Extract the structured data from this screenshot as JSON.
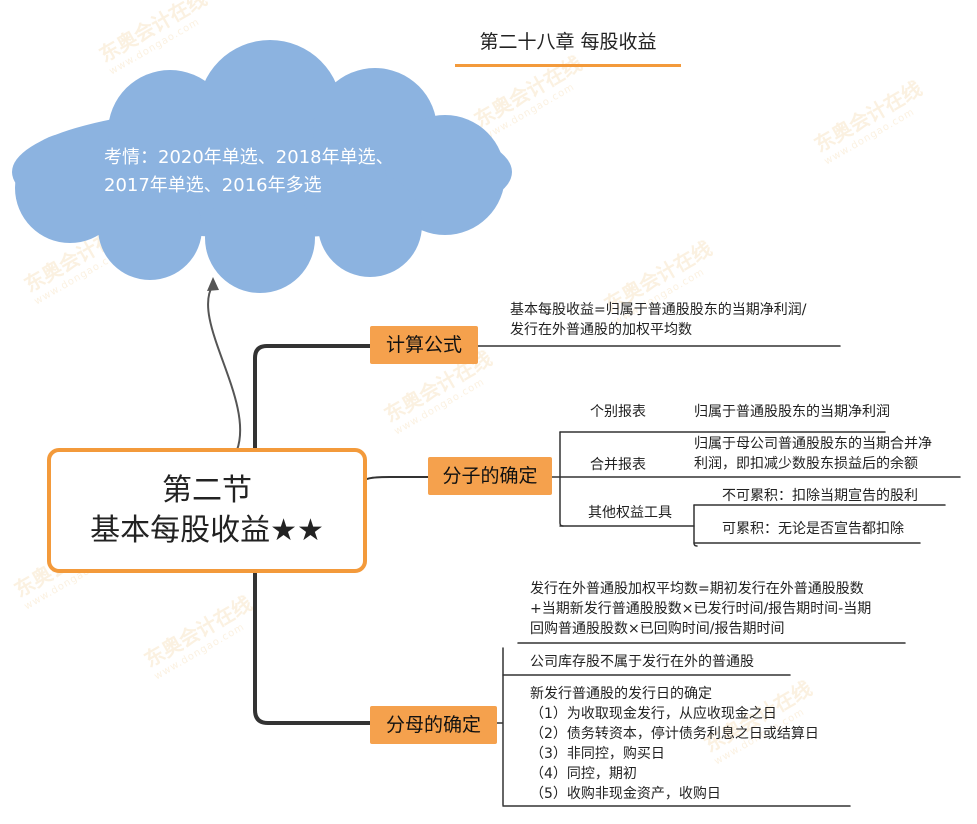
{
  "title": "第二十八章 每股收益",
  "cloud": {
    "lines": [
      "考情：2020年单选、2018年单选、",
      "2017年单选、2016年多选"
    ]
  },
  "central": {
    "line1": "第二节",
    "line2": "基本每股收益★★"
  },
  "watermark": {
    "brand": "东奥会计在线",
    "url": "www.dongao.com"
  },
  "branches": {
    "formula": {
      "label": "计算公式",
      "text": [
        "基本每股收益=归属于普通股股东的当期净利润/",
        "发行在外普通股的加权平均数"
      ]
    },
    "numerator": {
      "label": "分子的确定",
      "items": [
        {
          "label": "个别报表",
          "text": [
            "归属于普通股股东的当期净利润"
          ]
        },
        {
          "label": "合并报表",
          "text": [
            "归属于母公司普通股股东的当期合并净",
            "利润，即扣减少数股东损益后的余额"
          ]
        },
        {
          "label": "其他权益工具",
          "sub": [
            "不可累积：扣除当期宣告的股利",
            "可累积：无论是否宣告都扣除"
          ]
        }
      ]
    },
    "denominator": {
      "label": "分母的确定",
      "items": [
        [
          "发行在外普通股加权平均数=期初发行在外普通股股数",
          "+当期新发行普通股股数×已发行时间/报告期时间-当期",
          "回购普通股股数×已回购时间/报告期时间"
        ],
        [
          "公司库存股不属于发行在外的普通股"
        ],
        [
          "新发行普通股的发行日的确定",
          "（1）为收取现金发行，从应收现金之日",
          "（2）债务转资本，停计债务利息之日或结算日",
          "（3）非同控，购买日",
          "（4）同控，期初",
          "（5）收购非现金资产，收购日"
        ]
      ]
    }
  },
  "colors": {
    "orange": "#f39a3b",
    "branch_fill": "#f5a14d",
    "cloud": "#8cb3e0",
    "line": "#333333"
  }
}
